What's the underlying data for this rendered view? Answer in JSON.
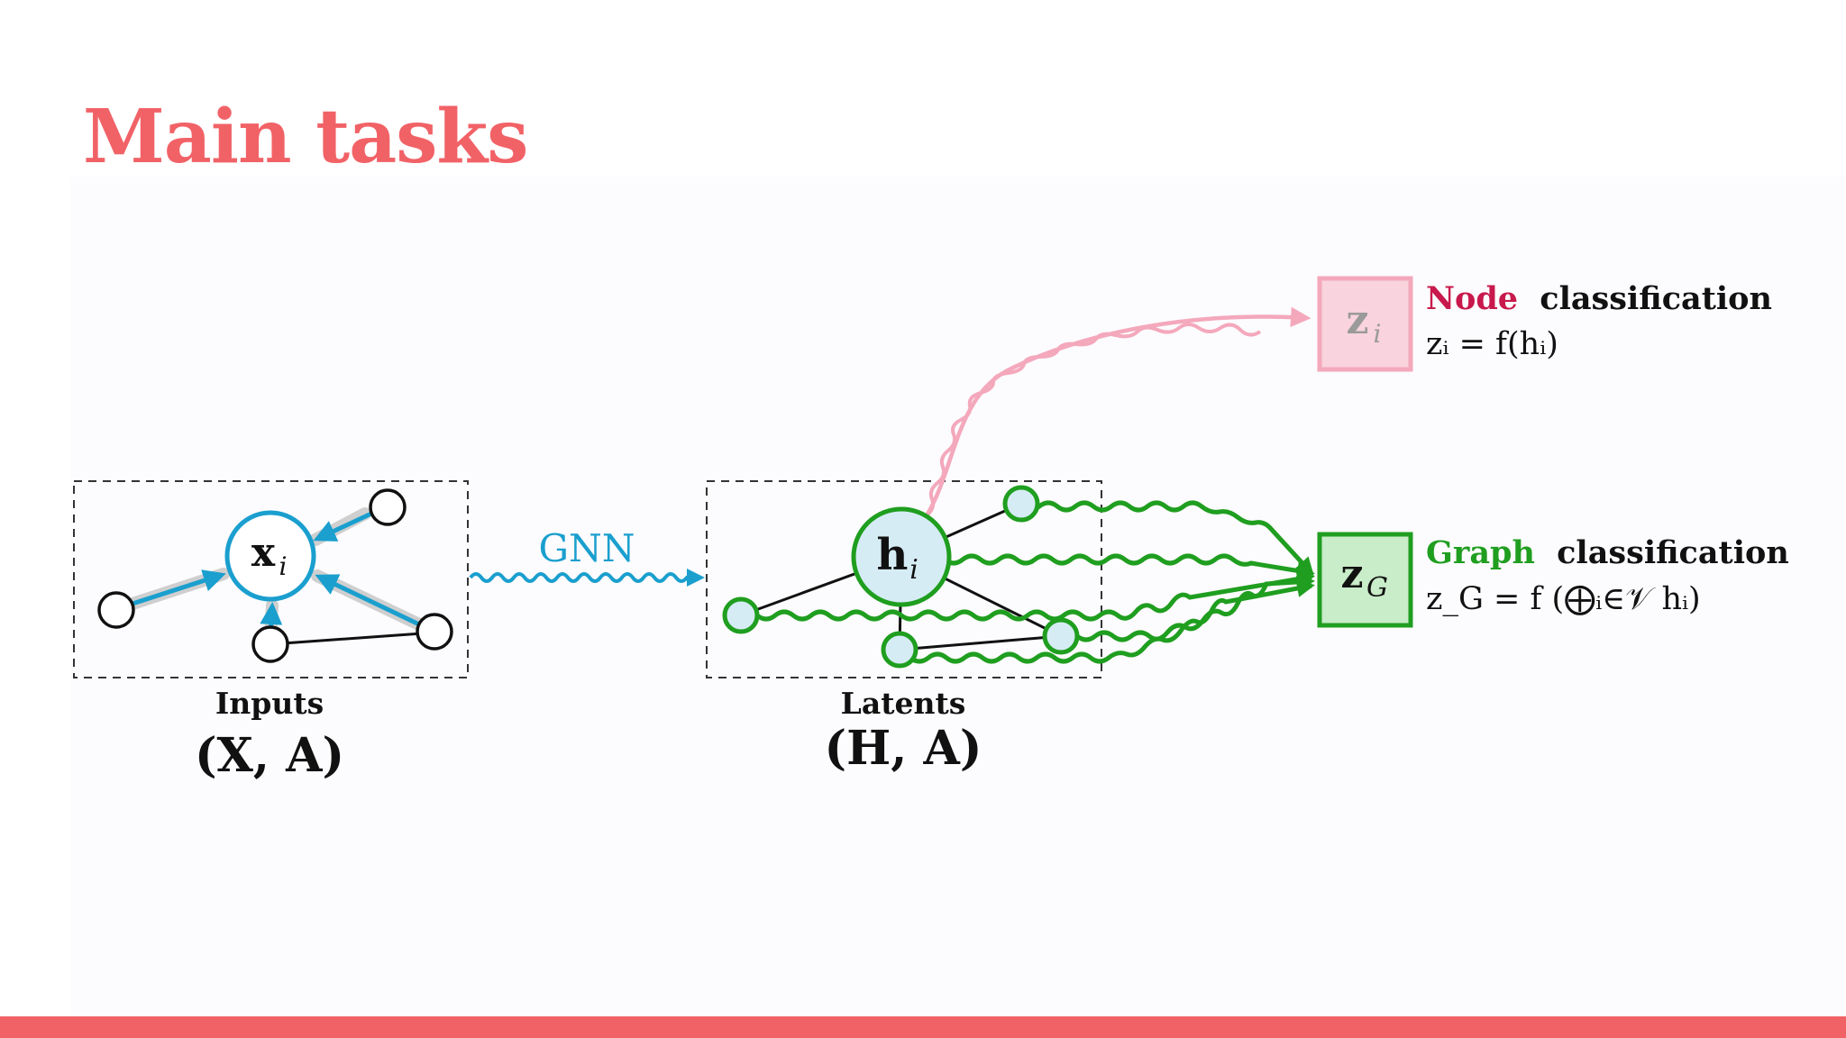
{
  "slide": {
    "title": "Main tasks"
  },
  "diagram": {
    "inputs_label": "Inputs",
    "inputs_formula": "(X, A)",
    "input_node_label": "x",
    "input_node_sub": "i",
    "gnn_label": "GNN",
    "latents_label": "Latents",
    "latents_formula": "(H, A)",
    "latent_node_label": "h",
    "latent_node_sub": "i",
    "node_task": {
      "box_label": "z",
      "box_sub": "i",
      "name_highlight": "Node",
      "name_rest": "classification",
      "formula": "zᵢ = f(hᵢ)"
    },
    "graph_task": {
      "box_label": "z",
      "box_sub": "G",
      "name_highlight": "Graph",
      "name_rest": "classification",
      "formula": "z_G = f (⨁ᵢ∈𝒱 hᵢ)"
    }
  },
  "colors": {
    "accent": "#f16267",
    "gnn_blue": "#1a9fce",
    "node_fill_blue": "#d6ecf5",
    "graph_green": "#1f9e1f",
    "graph_fill_green": "#c9ecc9",
    "node_pink": "#f4a8bc",
    "node_fill_pink": "#f9d3dd",
    "node_text_crimson": "#c8194c"
  }
}
